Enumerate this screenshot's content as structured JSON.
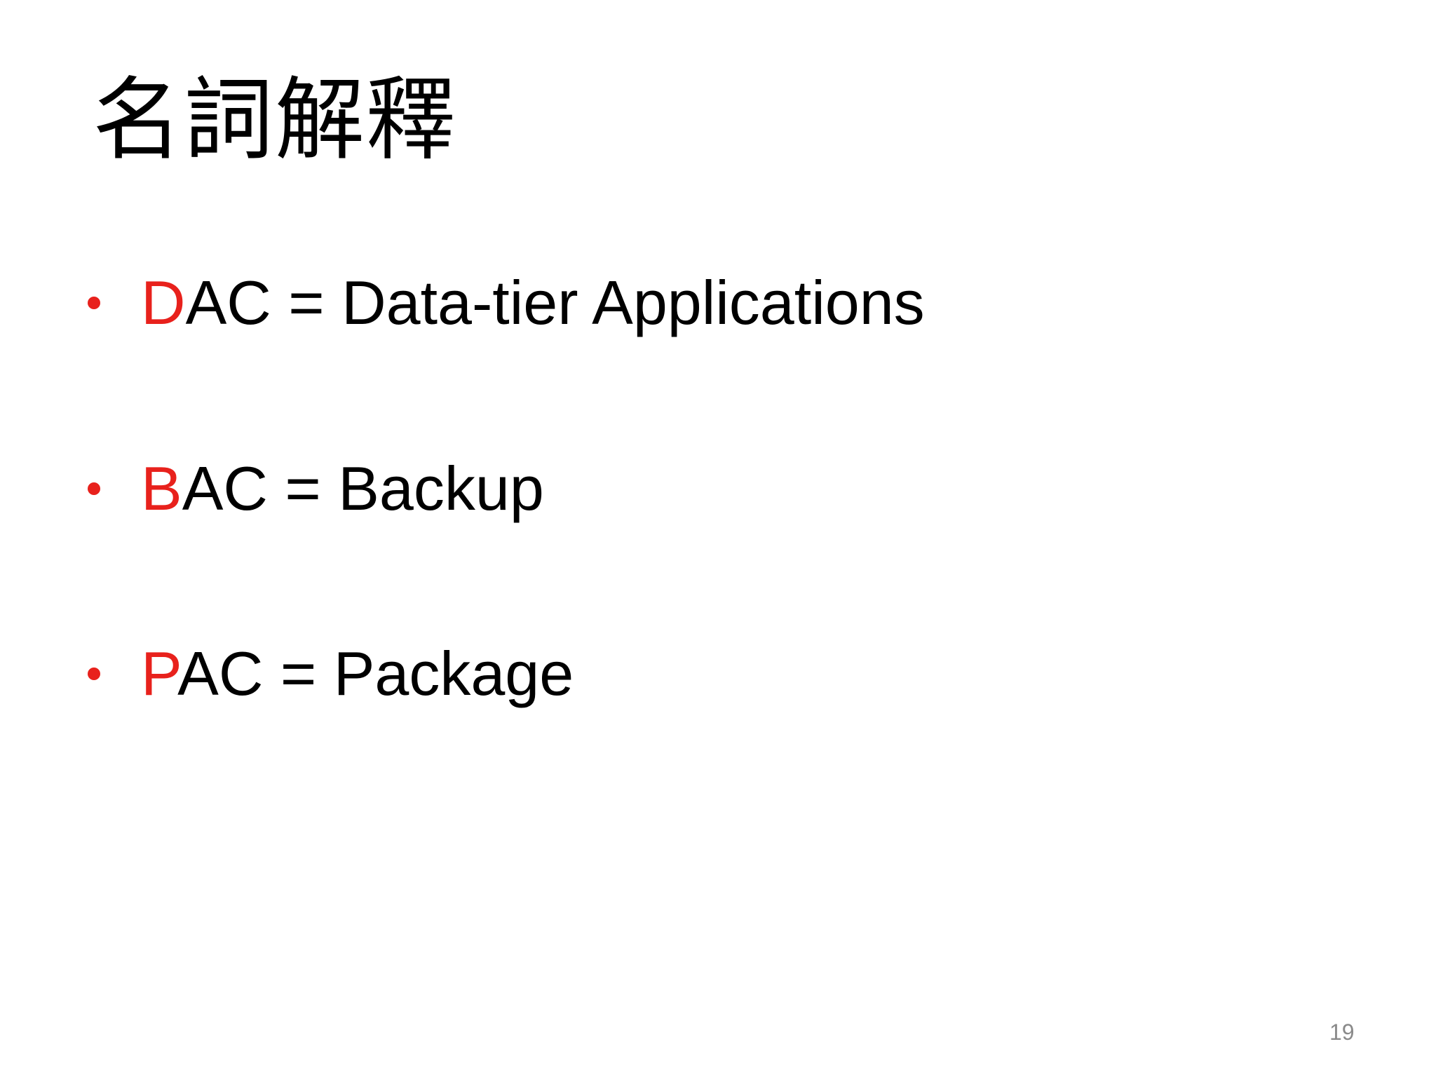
{
  "slide": {
    "title": "名詞解釋",
    "bullets": [
      {
        "initial": "D",
        "rest": "AC = Data-tier Applications"
      },
      {
        "initial": "B",
        "rest": "AC = Backup"
      },
      {
        "initial": "P",
        "rest": "AC = Package"
      }
    ],
    "page_number": "19"
  },
  "colors": {
    "accent": "#e8211c",
    "text": "#000000",
    "page_number": "#8a8a8a"
  }
}
